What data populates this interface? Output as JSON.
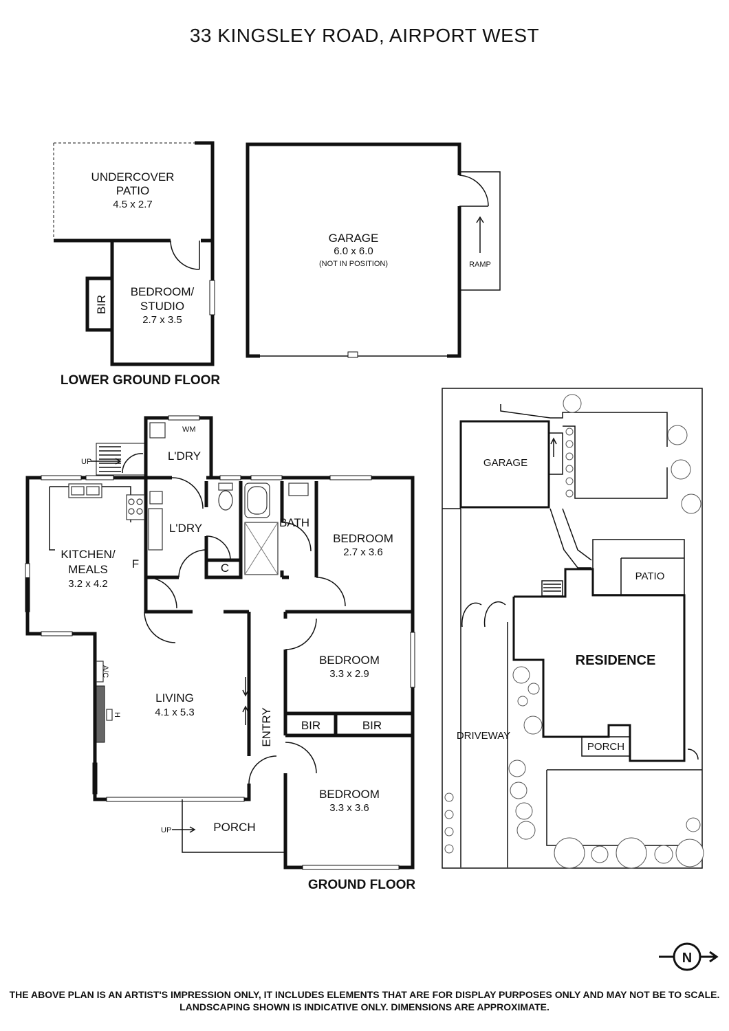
{
  "title": "33 KINGSLEY ROAD, AIRPORT WEST",
  "lower_ground_floor": {
    "caption": "LOWER GROUND FLOOR",
    "patio": {
      "name_line1": "UNDERCOVER",
      "name_line2": "PATIO",
      "dims": "4.5 x 2.7"
    },
    "bedroom_studio": {
      "name_line1": "BEDROOM/",
      "name_line2": "STUDIO",
      "dims": "2.7 x 3.5"
    },
    "bir": "BIR",
    "garage": {
      "name": "GARAGE",
      "dims": "6.0 x 6.0",
      "note": "(NOT IN POSITION)"
    },
    "ramp": "RAMP"
  },
  "ground_floor": {
    "caption": "GROUND FLOOR",
    "up_stairs": "UP",
    "wm": "WM",
    "laundry_top": "L'DRY",
    "laundry": "L'DRY",
    "kitchen": {
      "name_line1": "KITCHEN/",
      "name_line2": "MEALS",
      "dims": "3.2 x 4.2"
    },
    "f": "F",
    "c": "C",
    "bath": "BATH",
    "bedroom1": {
      "name": "BEDROOM",
      "dims": "2.7 x 3.6"
    },
    "bedroom2": {
      "name": "BEDROOM",
      "dims": "3.3 x 2.9"
    },
    "bedroom3": {
      "name": "BEDROOM",
      "dims": "3.3 x 3.6"
    },
    "bir1": "BIR",
    "bir2": "BIR",
    "living": {
      "name": "LIVING",
      "dims": "4.1 x 5.3"
    },
    "ac": "A/C",
    "h": "H",
    "entry": "ENTRY",
    "porch": "PORCH",
    "up_porch": "UP"
  },
  "site_plan": {
    "garage": "GARAGE",
    "patio": "PATIO",
    "residence": "RESIDENCE",
    "driveway": "DRIVEWAY",
    "porch": "PORCH"
  },
  "compass": "N",
  "disclaimer": {
    "line1": "THE ABOVE PLAN IS AN ARTIST'S IMPRESSION ONLY, IT INCLUDES ELEMENTS THAT ARE FOR DISPLAY PURPOSES ONLY AND MAY NOT BE TO SCALE.",
    "line2": "LANDSCAPING SHOWN IS INDICATIVE ONLY. DIMENSIONS ARE APPROXIMATE."
  }
}
